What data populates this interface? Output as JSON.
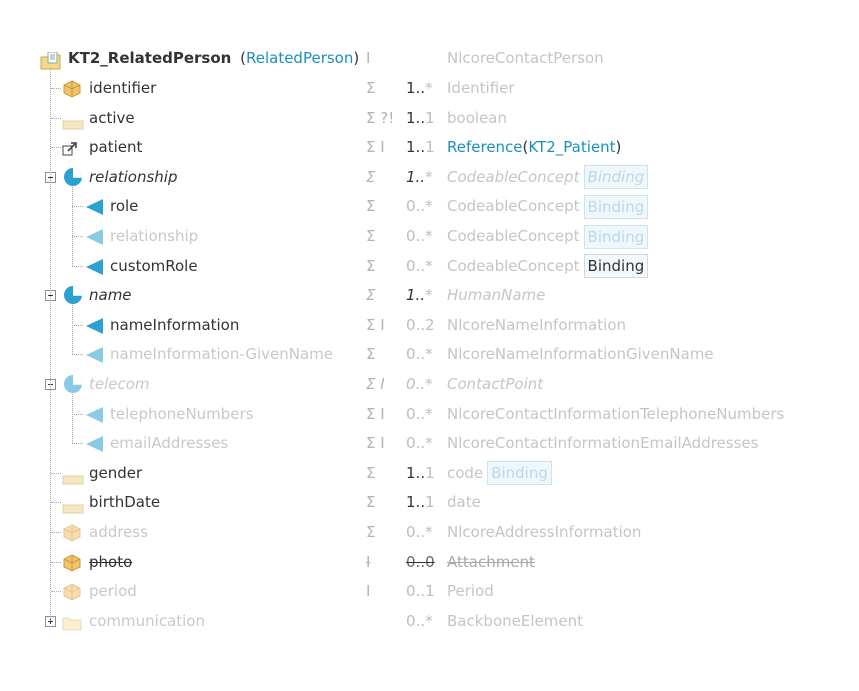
{
  "root": {
    "name": "KT2_RelatedPerson",
    "open_paren": "(",
    "type_link": "RelatedPerson",
    "close_paren": ")",
    "flags": "I",
    "base": "NlcoreContactPerson"
  },
  "rows": [
    {
      "key": "identifier",
      "label": "identifier",
      "icon": "datatype-icon",
      "flags": "Σ",
      "min": "1",
      "max": "*",
      "type": "Identifier"
    },
    {
      "key": "active",
      "label": "active",
      "icon": "primitive-icon",
      "flags": "Σ ?!",
      "min": "1",
      "max": "1",
      "type": "boolean"
    },
    {
      "key": "patient",
      "label": "patient",
      "icon": "reference-icon",
      "flags": "Σ I",
      "min": "1",
      "max": "1",
      "type_ref": "Reference",
      "type_ref_open": "(",
      "type_ref_target": "KT2_Patient",
      "type_ref_close": ")"
    },
    {
      "key": "relationship",
      "label": "relationship",
      "icon": "slice-icon",
      "flags": "Σ",
      "min": "1",
      "max": "*",
      "type": "CodeableConcept",
      "binding": "Binding"
    },
    {
      "key": "relationship-role",
      "label": "role",
      "icon": "slice-entry-icon",
      "flags": "Σ",
      "min": "0",
      "max": "*",
      "type": "CodeableConcept",
      "binding": "Binding"
    },
    {
      "key": "relationship-relationship",
      "label": "relationship",
      "icon": "slice-entry-icon",
      "flags": "Σ",
      "min": "0",
      "max": "*",
      "type": "CodeableConcept",
      "binding": "Binding"
    },
    {
      "key": "relationship-customRole",
      "label": "customRole",
      "icon": "slice-entry-icon",
      "flags": "Σ",
      "min": "0",
      "max": "*",
      "type": "CodeableConcept",
      "binding": "Binding"
    },
    {
      "key": "name",
      "label": "name",
      "icon": "slice-icon",
      "flags": "Σ",
      "min": "1",
      "max": "*",
      "type": "HumanName"
    },
    {
      "key": "name-nameInformation",
      "label": "nameInformation",
      "icon": "slice-entry-icon",
      "flags": "Σ I",
      "min": "0",
      "max": "2",
      "type": "NlcoreNameInformation"
    },
    {
      "key": "name-givenName",
      "label": "nameInformation-GivenName",
      "icon": "slice-entry-icon",
      "flags": "Σ",
      "min": "0",
      "max": "*",
      "type": "NlcoreNameInformationGivenName"
    },
    {
      "key": "telecom",
      "label": "telecom",
      "icon": "slice-icon",
      "flags": "Σ I",
      "min": "0",
      "max": "*",
      "type": "ContactPoint"
    },
    {
      "key": "telecom-phone",
      "label": "telephoneNumbers",
      "icon": "slice-entry-icon",
      "flags": "Σ I",
      "min": "0",
      "max": "*",
      "type": "NlcoreContactInformationTelephoneNumbers"
    },
    {
      "key": "telecom-email",
      "label": "emailAddresses",
      "icon": "slice-entry-icon",
      "flags": "Σ I",
      "min": "0",
      "max": "*",
      "type": "NlcoreContactInformationEmailAddresses"
    },
    {
      "key": "gender",
      "label": "gender",
      "icon": "primitive-icon",
      "flags": "Σ",
      "min": "1",
      "max": "1",
      "type": "code",
      "binding": "Binding"
    },
    {
      "key": "birthDate",
      "label": "birthDate",
      "icon": "primitive-icon",
      "flags": "Σ",
      "min": "1",
      "max": "1",
      "type": "date"
    },
    {
      "key": "address",
      "label": "address",
      "icon": "datatype-icon",
      "flags": "Σ",
      "min": "0",
      "max": "*",
      "type": "NlcoreAddressInformation"
    },
    {
      "key": "photo",
      "label": "photo",
      "icon": "datatype-icon",
      "flags": "I",
      "min": "0",
      "max": "0",
      "type": "Attachment"
    },
    {
      "key": "period",
      "label": "period",
      "icon": "datatype-icon",
      "flags": "I",
      "min": "0",
      "max": "1",
      "type": "Period"
    },
    {
      "key": "communication",
      "label": "communication",
      "icon": "folder-icon",
      "flags": "",
      "min": "0",
      "max": "*",
      "type": "BackboneElement"
    }
  ],
  "card_sep": "..",
  "colors": {
    "link": "#1a8fbf",
    "muted": "#c8c8c8",
    "text": "#333333",
    "binding_bg": "#eef7fb"
  }
}
